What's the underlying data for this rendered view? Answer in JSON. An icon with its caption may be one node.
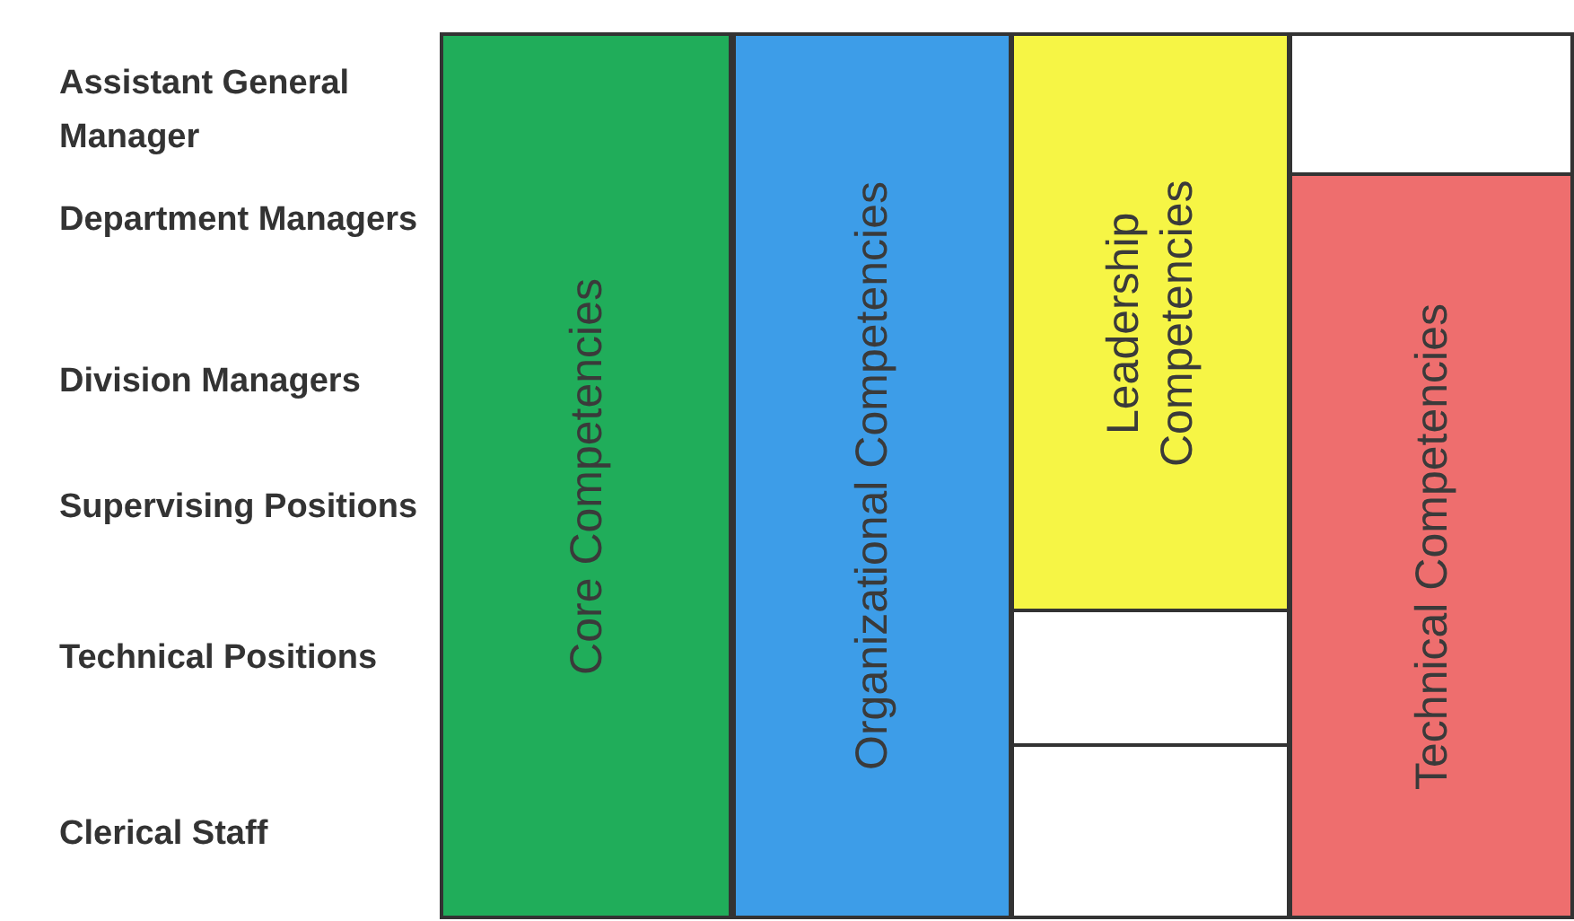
{
  "diagram": {
    "nodes": [
      {
        "text": [
          "Core Competencies"
        ]
      },
      {
        "text": [
          "Organizational Competencies"
        ]
      },
      {
        "text": [
          "Leadership Competencies"
        ]
      },
      {
        "text": [],
        "shape": "box"
      },
      {
        "text": [
          "Technical Competencies"
        ]
      },
      {
        "text": [],
        "shape": "box"
      },
      {
        "text": [],
        "shape": "box"
      }
    ],
    "labels": [
      "Assistant General Manager",
      "Department Managers",
      "Division Managers",
      "Supervising Positions",
      "Technical Positions",
      "Clerical Staff"
    ]
  }
}
